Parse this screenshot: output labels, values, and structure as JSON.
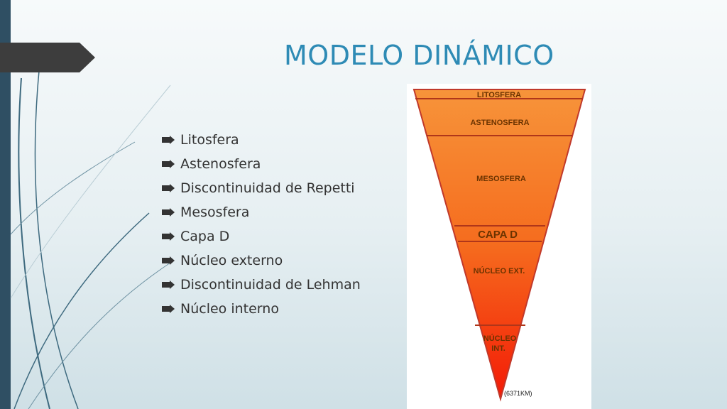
{
  "title": "MODELO DINÁMICO",
  "bullets": [
    "Litosfera",
    "Astenosfera",
    "Discontinuidad de Repetti",
    "Mesosfera",
    "Capa D",
    "Núcleo externo",
    "Discontinuidad de Lehman",
    "Núcleo interno"
  ],
  "diagram": {
    "layers": [
      "LITOSFERA",
      "ASTENOSFERA",
      "MESOSFERA",
      "CAPA D",
      "NÚCLEO EXT."
    ],
    "inner_core_line1": "NÚCLEO",
    "inner_core_line2": "INT.",
    "depth_label": "(6371KM)"
  },
  "colors": {
    "title": "#2e8bb5",
    "sidebar": "#2f4f63",
    "triangle_top": "#f7943a",
    "triangle_bottom": "#f41a06"
  }
}
